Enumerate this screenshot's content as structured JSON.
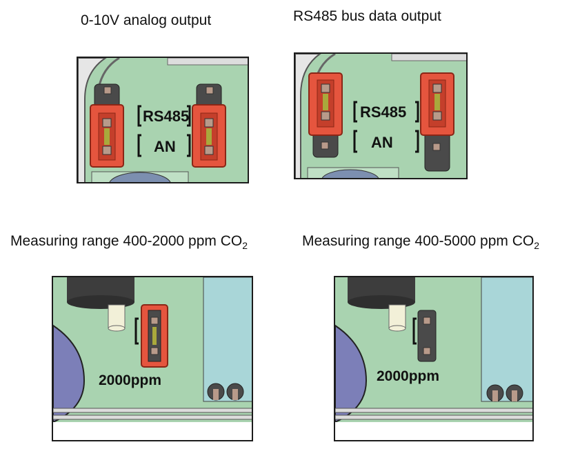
{
  "captions": {
    "analog": "0-10V analog output",
    "rs485": "RS485 bus data output",
    "range2000_text": "Measuring range 400-2000 ppm CO",
    "range5000_text": "Measuring range 400-5000 ppm CO",
    "subscript": "2"
  },
  "board_labels": {
    "rs485": "RS485",
    "an": "AN",
    "ppm": "2000ppm"
  },
  "colors": {
    "pcb": "#a9d3b0",
    "jumper": "#e5553e",
    "jumper_dark": "#c43f2b",
    "header": "#3c3c3c",
    "teal": "#a9d6d8"
  },
  "jumper_settings": [
    {
      "caption": "0-10V analog output",
      "position": "AN"
    },
    {
      "caption": "RS485 bus data output",
      "position": "RS485"
    },
    {
      "caption": "Measuring range 400-2000 ppm CO2",
      "jumper": "installed"
    },
    {
      "caption": "Measuring range 400-5000 ppm CO2",
      "jumper": "removed"
    }
  ]
}
